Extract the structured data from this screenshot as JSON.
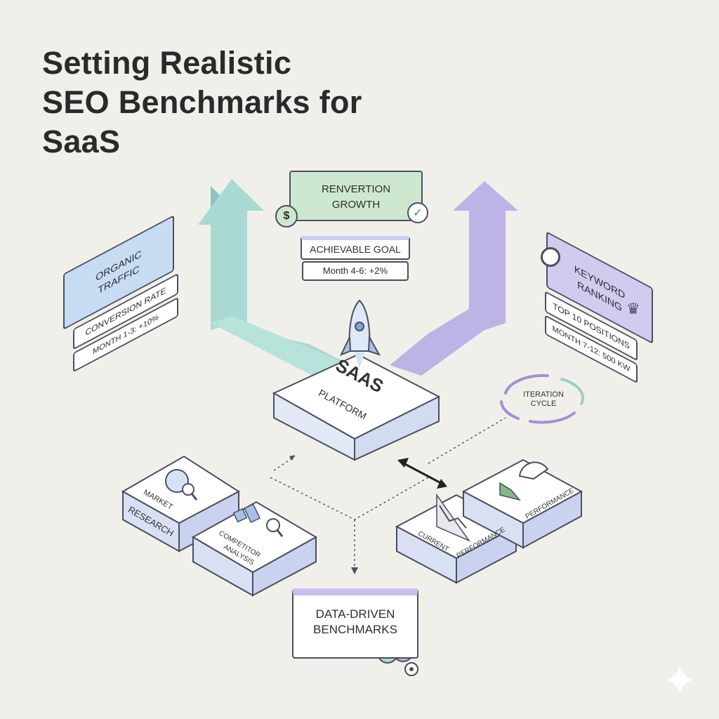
{
  "title": {
    "line1": "Setting Realistic",
    "line2": "SEO Benchmarks for",
    "line3": "SaaS"
  },
  "growth": {
    "header": "Renvertion Growth",
    "goal": "Achievable Goal",
    "metric": "Month 4-6: +2%",
    "icons": [
      "dollar-growth-icon",
      "checkmark-icon"
    ]
  },
  "organic": {
    "header": "Organic Traffic",
    "sub": "Conversion Rate",
    "metric": "Month 1-3: +10%",
    "icons": [
      "line-chart-icon",
      "trend-up-icon"
    ]
  },
  "keyword": {
    "header": "Keyword Ranking",
    "sub": "Top 10 Positions",
    "metric": "Month 7-12: 500 KW",
    "icons": [
      "magnifier-icon",
      "crown-icon"
    ]
  },
  "center": {
    "line1": "SaaS",
    "line2": "Platform",
    "icon": "rocket-icon"
  },
  "iteration": {
    "label": "Iteration Cycle",
    "icon": "cycle-arrows-icon"
  },
  "inputs": {
    "market": {
      "line1": "Market",
      "line2": "Research",
      "icon": "globe-search-icon"
    },
    "competitor": {
      "line1": "Competitor",
      "line2": "Analysis",
      "icon": "bar-search-icon"
    },
    "current": {
      "line1": "Current",
      "line2": "Performance",
      "icon": "chart-icon"
    },
    "performance": {
      "label": "Performance",
      "icon": "gauge-icon"
    }
  },
  "output": {
    "line1": "Data-Driven",
    "line2": "Benchmarks",
    "icon": "brain-gear-icon"
  },
  "colors": {
    "teal": "#a9d9d3",
    "purple": "#bdb3e6",
    "green": "#cde8cf",
    "blue": "#c7dcf3",
    "outline": "#4a4f5e",
    "background": "#f1efe9"
  }
}
